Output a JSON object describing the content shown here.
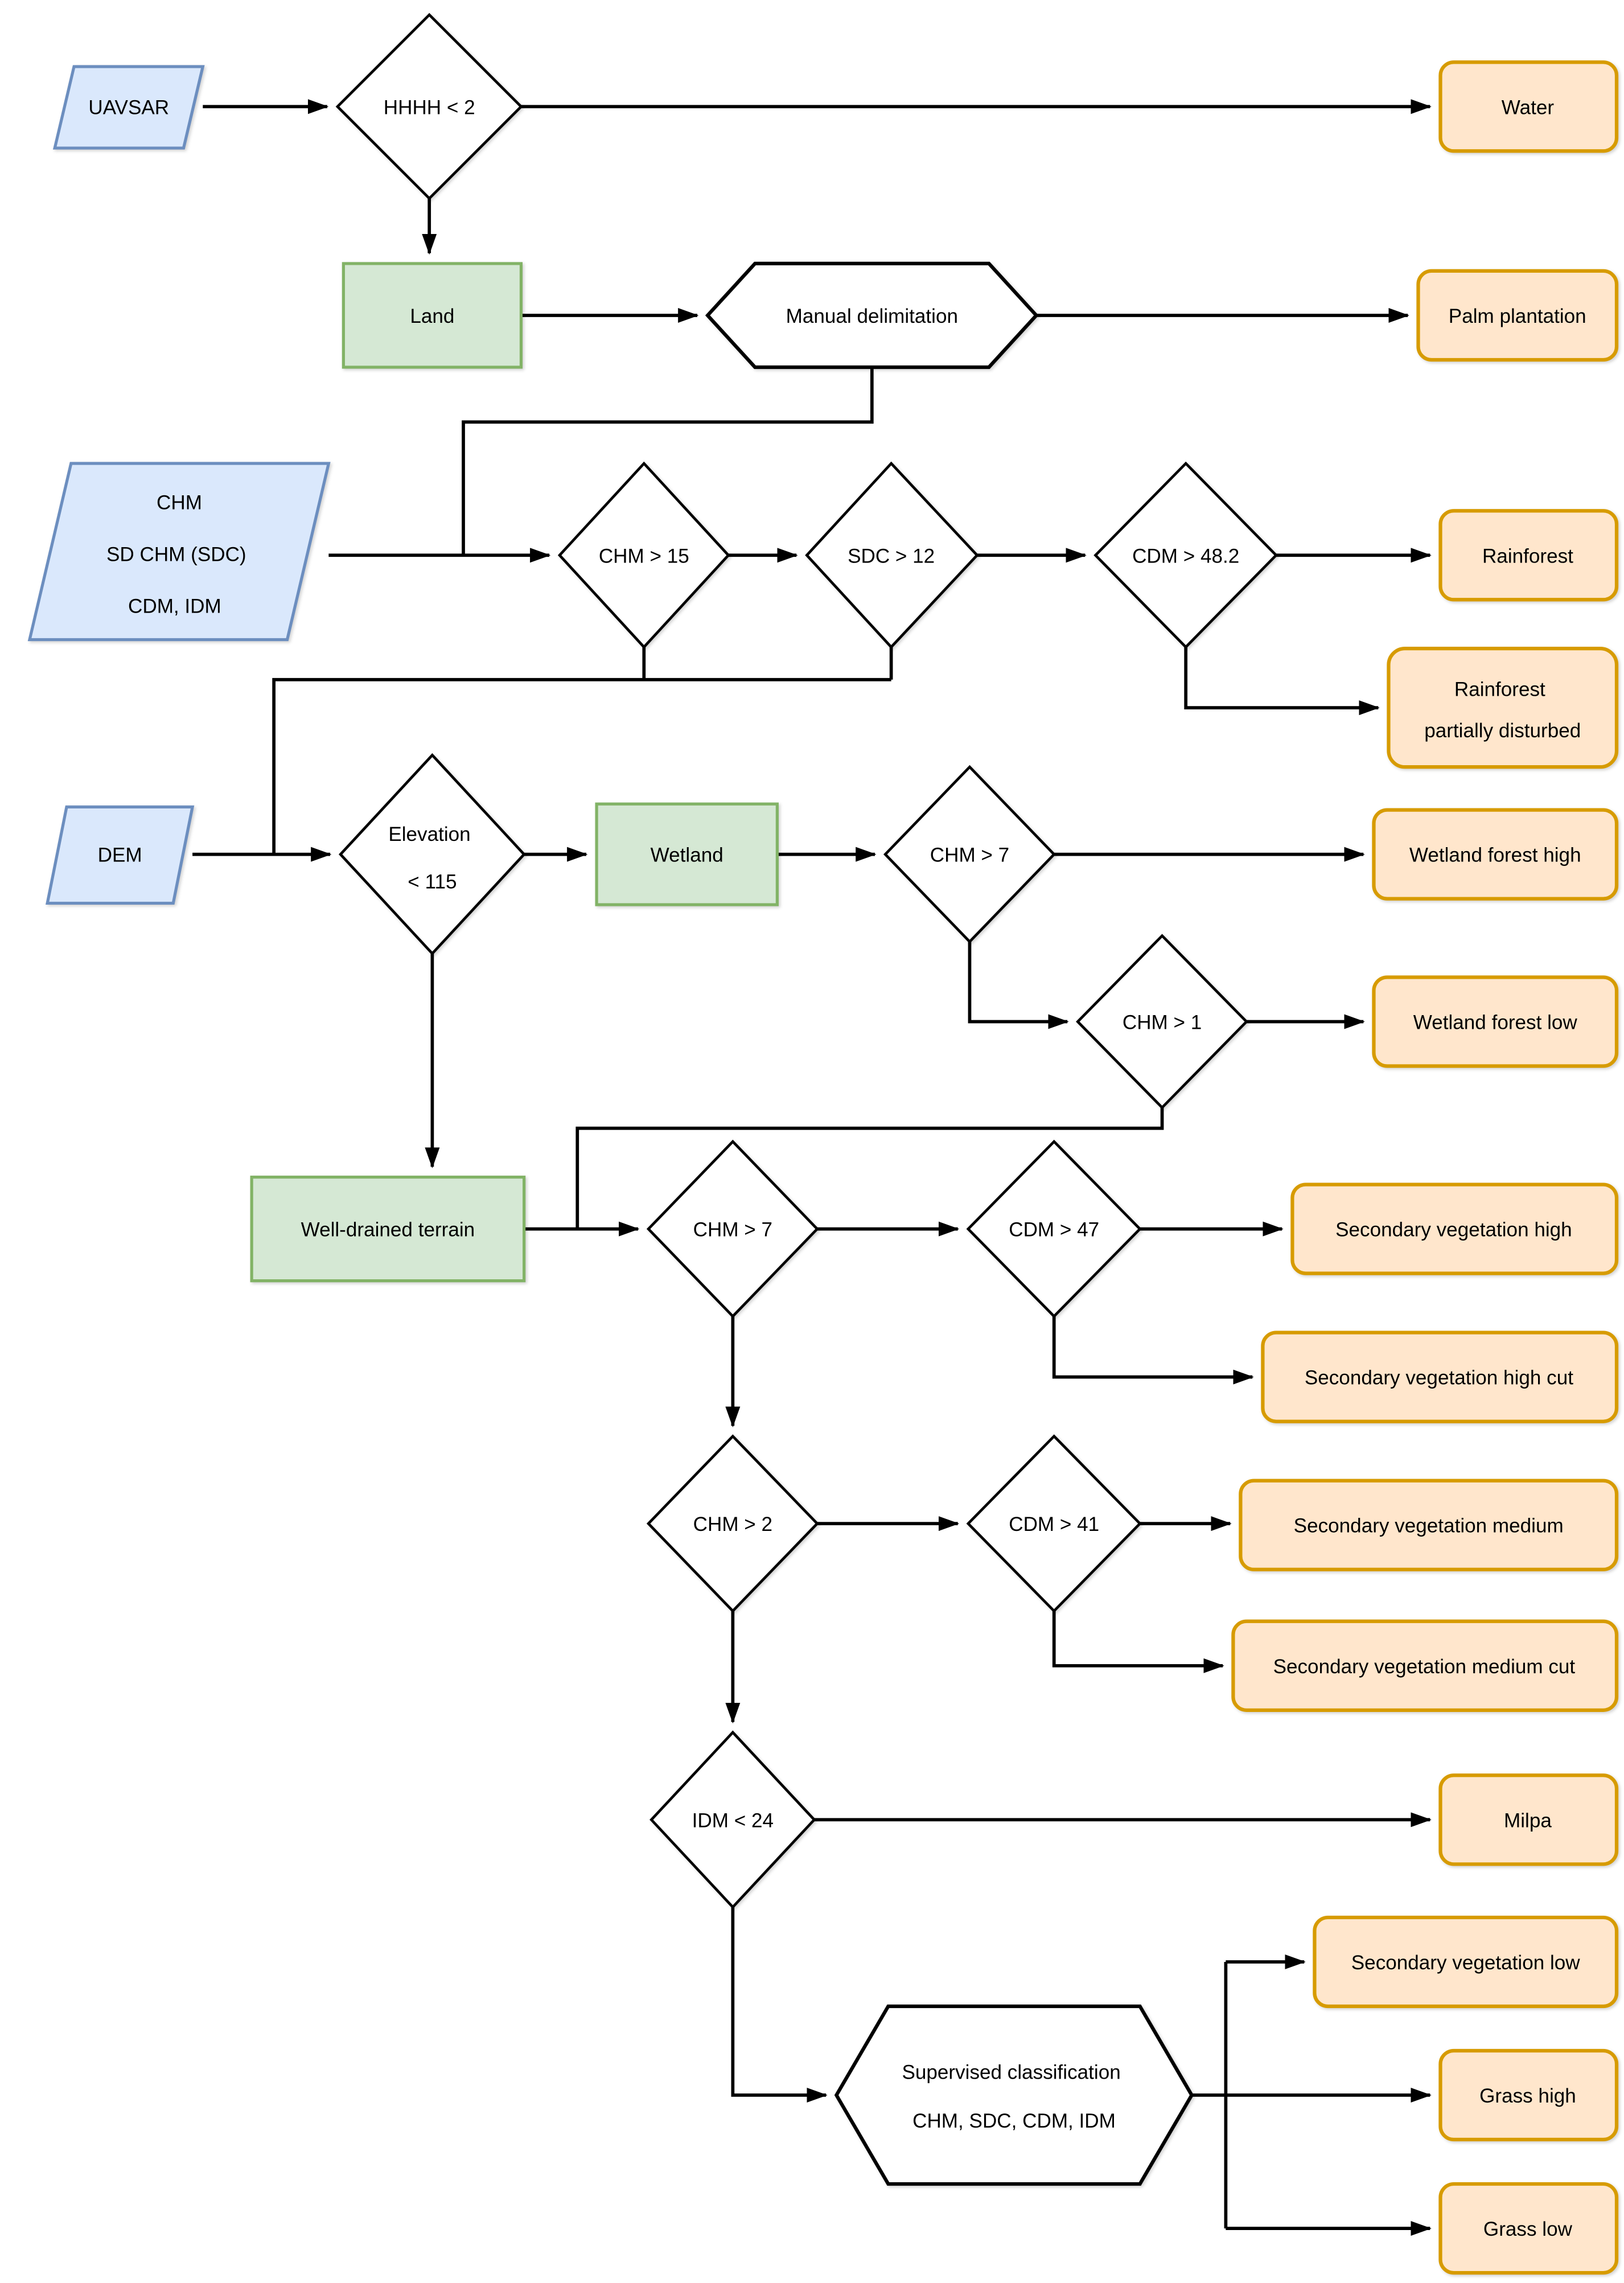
{
  "colors": {
    "line_color": "#000000",
    "decision_fill": "#ffffff",
    "input_fill": "#dae8fc",
    "input_stroke": "#6c8ebf",
    "stage_fill": "#d5e8d4",
    "stage_stroke": "#82b366",
    "class_fill": "#ffe6cc",
    "class_stroke": "#d79b00"
  },
  "nodes": {
    "uavsar": {
      "label": "UAVSAR"
    },
    "hhhh": {
      "label": "HHHH < 2"
    },
    "water": {
      "label": "Water"
    },
    "land": {
      "label": "Land"
    },
    "manual_delimitation": {
      "label": "Manual delimitation"
    },
    "palm_plantation": {
      "label": "Palm plantation"
    },
    "chm_inputs": {
      "line1": "CHM",
      "line2": "SD CHM (SDC)",
      "line3": "CDM, IDM"
    },
    "chm15": {
      "label": "CHM > 15"
    },
    "sdc12": {
      "label": "SDC > 12"
    },
    "cdm482": {
      "label": "CDM > 48.2"
    },
    "rainforest": {
      "label": "Rainforest"
    },
    "rainforest_pd": {
      "line1": "Rainforest",
      "line2": "partially disturbed"
    },
    "dem": {
      "label": "DEM"
    },
    "elevation": {
      "line1": "Elevation",
      "line2": "< 115"
    },
    "wetland": {
      "label": "Wetland"
    },
    "chm7_wet": {
      "label": "CHM > 7"
    },
    "wetland_forest_high": {
      "label": "Wetland forest high"
    },
    "chm1": {
      "label": "CHM > 1"
    },
    "wetland_forest_low": {
      "label": "Wetland forest low"
    },
    "well_drained": {
      "label": "Well-drained terrain"
    },
    "chm7_dry": {
      "label": "CHM > 7"
    },
    "cdm47": {
      "label": "CDM > 47"
    },
    "sec_veg_high": {
      "label": "Secondary vegetation high"
    },
    "sec_veg_high_cut": {
      "label": "Secondary vegetation high cut"
    },
    "chm2": {
      "label": "CHM > 2"
    },
    "cdm41": {
      "label": "CDM > 41"
    },
    "sec_veg_medium": {
      "label": "Secondary vegetation medium"
    },
    "sec_veg_medium_cut": {
      "label": "Secondary vegetation medium cut"
    },
    "idm24": {
      "label": "IDM < 24"
    },
    "milpa": {
      "label": "Milpa"
    },
    "supervised": {
      "line1": "Supervised classification",
      "line2": "CHM, SDC, CDM, IDM"
    },
    "sec_veg_low": {
      "label": "Secondary vegetation low"
    },
    "grass_high": {
      "label": "Grass high"
    },
    "grass_low": {
      "label": "Grass low"
    }
  }
}
